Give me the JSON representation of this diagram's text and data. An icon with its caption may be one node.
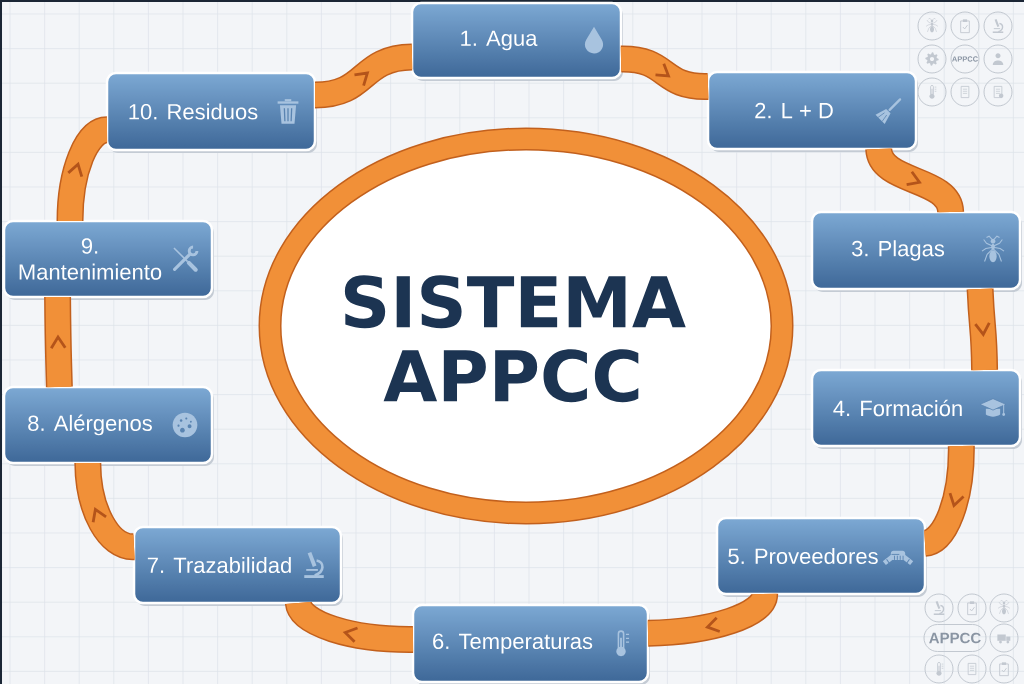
{
  "diagram": {
    "nodes": [
      {
        "text": [
          "1. Agua"
        ]
      },
      {
        "text": [
          "2. L + D"
        ]
      },
      {
        "text": [
          "3. Plagas"
        ]
      },
      {
        "text": [
          "4. Formación"
        ]
      },
      {
        "text": [
          "5. Proveedores"
        ]
      },
      {
        "text": [
          "6. Temperaturas"
        ]
      },
      {
        "text": [
          "7. Trazabilidad"
        ]
      },
      {
        "text": [
          "8. Alérgenos"
        ]
      },
      {
        "text": [
          "9. Mantenimiento"
        ]
      },
      {
        "text": [
          "10. Residuos"
        ]
      },
      {
        "text": [
          "SISTEMA APPCC"
        ]
      }
    ],
    "edges": [
      {
        "from": 0,
        "to": 1,
        "arrow": "to"
      },
      {
        "from": 1,
        "to": 2,
        "arrow": "to"
      },
      {
        "from": 2,
        "to": 3,
        "arrow": "to"
      },
      {
        "from": 3,
        "to": 4,
        "arrow": "to"
      },
      {
        "from": 4,
        "to": 5,
        "arrow": "to"
      },
      {
        "from": 5,
        "to": 6,
        "arrow": "to"
      },
      {
        "from": 6,
        "to": 7,
        "arrow": "to"
      },
      {
        "from": 7,
        "to": 8,
        "arrow": "to"
      },
      {
        "from": 8,
        "to": 9,
        "arrow": "to"
      },
      {
        "from": 9,
        "to": 0,
        "arrow": "to"
      }
    ],
    "labels": [
      "APPCC",
      "APPCC"
    ]
  }
}
